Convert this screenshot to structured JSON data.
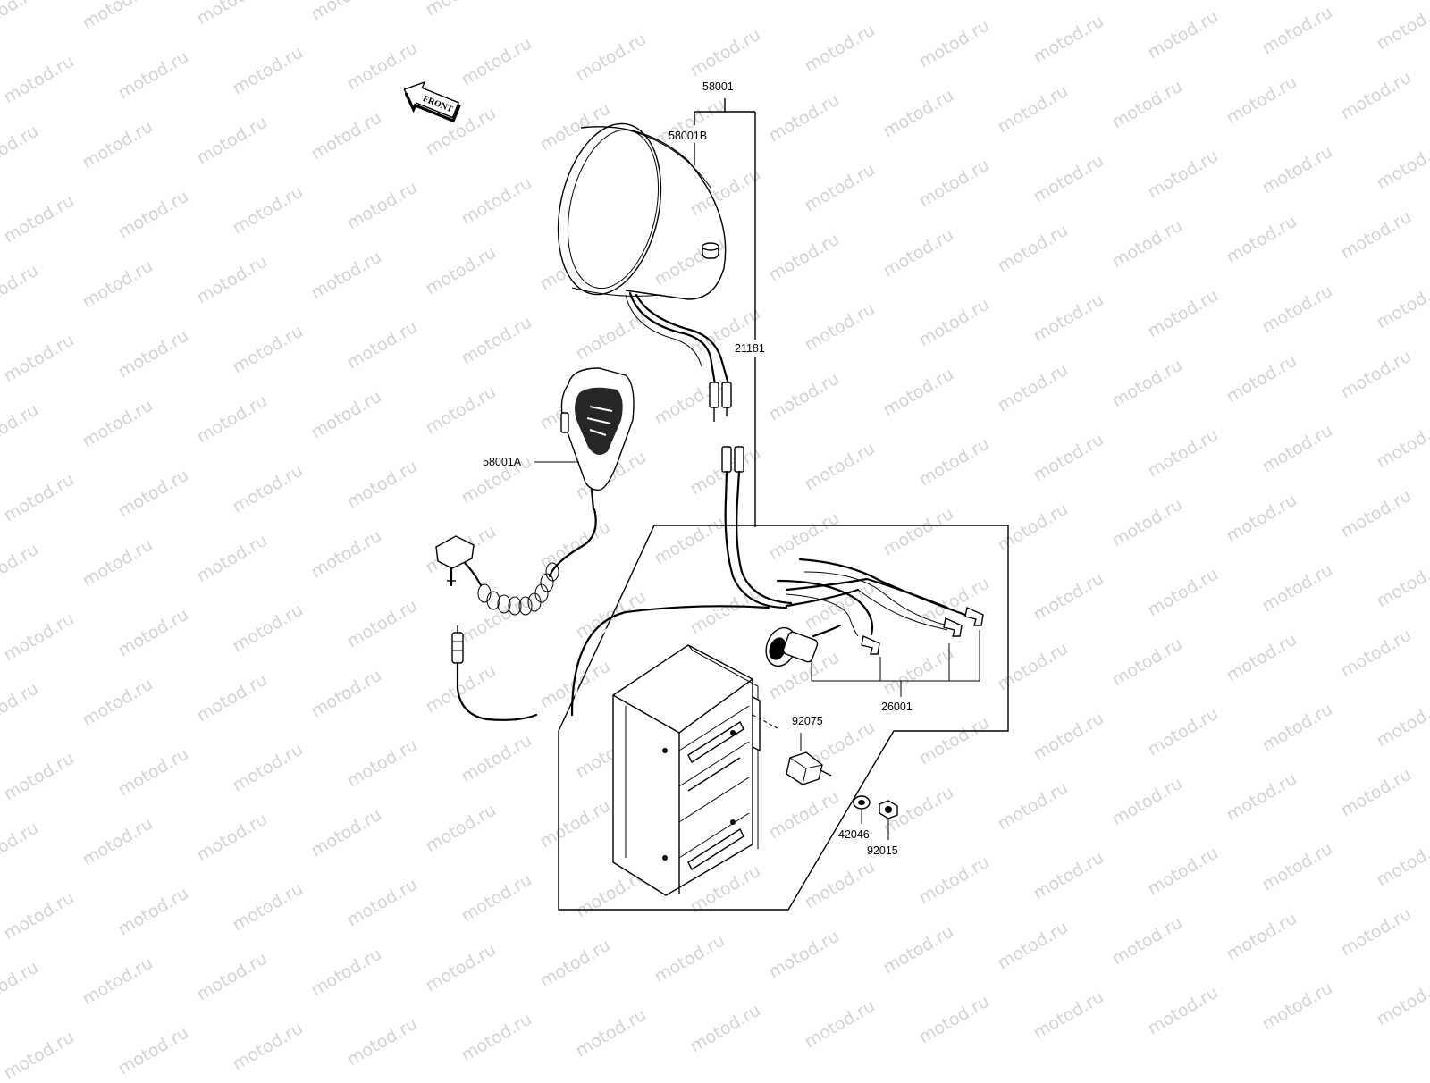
{
  "watermark": "motod.ru",
  "front_arrow_label": "FRONT",
  "labels": {
    "p58001": "58001",
    "p58001B": "58001B",
    "p21181": "21181",
    "p58001A": "58001A",
    "p26001": "26001",
    "p92075": "92075",
    "p42046": "42046",
    "p92015": "92015"
  },
  "colors": {
    "ink": "#000000",
    "watermark": "#d4d4d4",
    "background": "#ffffff"
  }
}
